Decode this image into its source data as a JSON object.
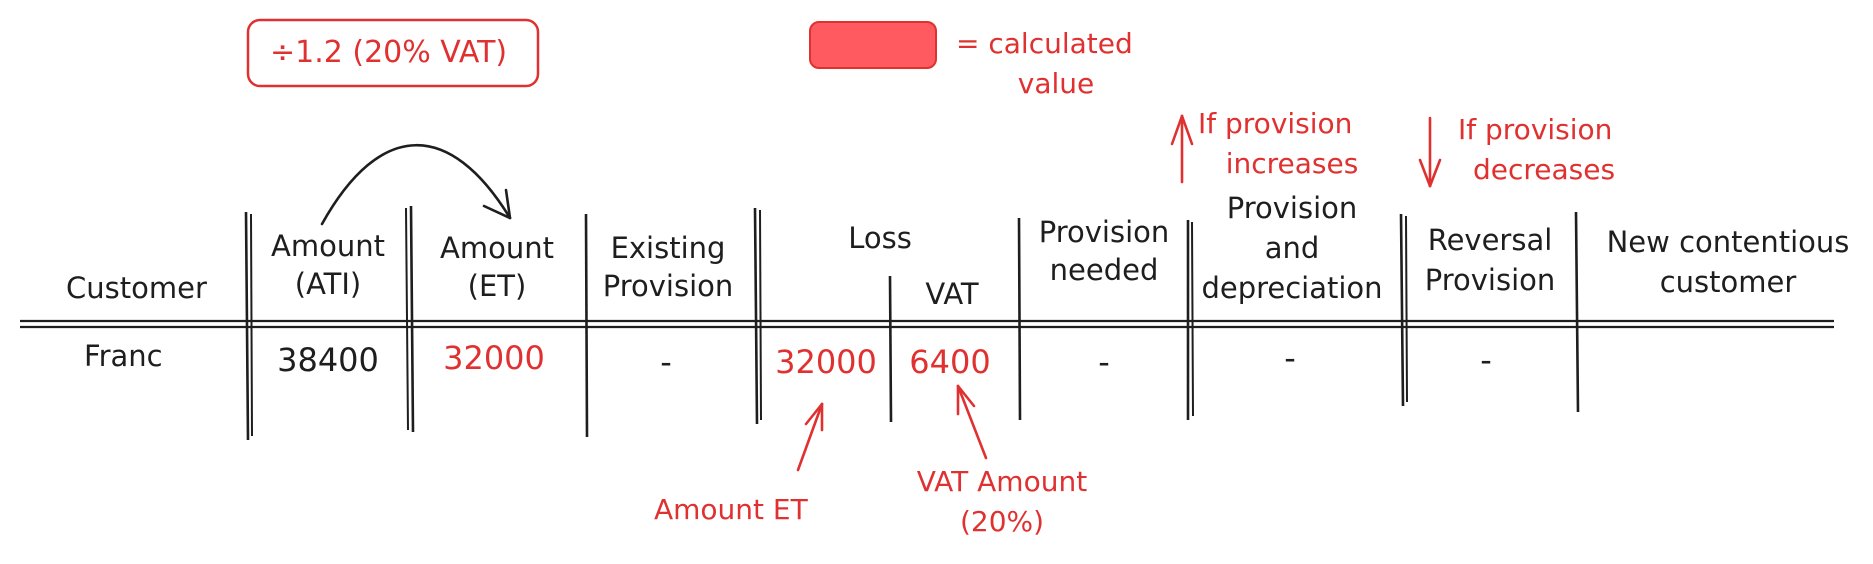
{
  "formula_note": "÷1.2 (20% VAT)",
  "legend": {
    "label_line1": "= calculated",
    "label_line2": "value",
    "swatch_color": "#ff5a5f"
  },
  "accent_color": "#e03131",
  "table": {
    "headers": {
      "customer": "Customer",
      "amount_ati": {
        "line1": "Amount",
        "line2": "(ATI)"
      },
      "amount_et": {
        "line1": "Amount",
        "line2": "(ET)"
      },
      "existing_provision": {
        "line1": "Existing",
        "line2": "Provision"
      },
      "loss": "Loss",
      "vat": "VAT",
      "provision_needed": {
        "line1": "Provision",
        "line2": "needed"
      },
      "provision_depreciation": {
        "line1": "Provision",
        "line2": "and",
        "line3": "depreciation"
      },
      "reversal_provision": {
        "line1": "Reversal",
        "line2": "Provision"
      },
      "new_contentious_customer": {
        "line1": "New contentious",
        "line2": "customer"
      }
    },
    "row": {
      "customer": "Franc",
      "amount_ati": "38400",
      "amount_et": "32000",
      "existing_provision": "-",
      "loss_et": "32000",
      "loss_vat": "6400",
      "provision_needed": "-",
      "provision_depreciation": "-",
      "reversal_provision": "-"
    }
  },
  "annotations": {
    "increase": {
      "line1": "If provision",
      "line2": "increases"
    },
    "decrease": {
      "line1": "If provision",
      "line2": "decreases"
    },
    "amount_et": "Amount ET",
    "vat_amount": {
      "line1": "VAT Amount",
      "line2": "(20%)"
    }
  }
}
